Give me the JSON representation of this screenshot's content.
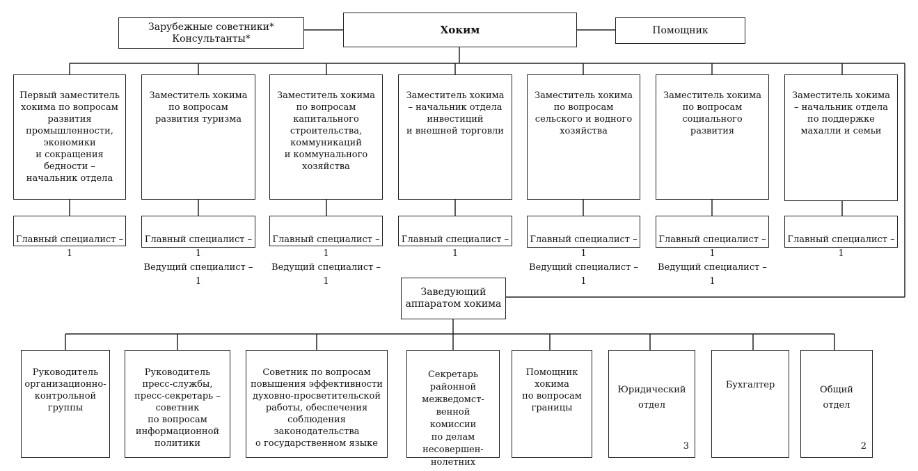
{
  "top": {
    "head": "Хоким",
    "advisors": "Зарубежные советники*\nКонсультанты*",
    "assistant": "Помощник"
  },
  "deputies": [
    {
      "title": "Первый заместитель\nхокима по вопросам\nразвития\nпромышленности,\nэкономики\nи сокращения\nбедности –\nначальник отдела",
      "staff": "Главный специалист – 1"
    },
    {
      "title": "Заместитель хокима\nпо вопросам\nразвития туризма",
      "staff": "Главный специалист – 1\nВедущий специалист – 1"
    },
    {
      "title": "Заместитель хокима\nпо вопросам\nкапитального\nстроительства,\nкоммуникаций\nи коммунального\nхозяйства",
      "staff": "Главный специалист – 1\nВедущий специалист – 1"
    },
    {
      "title": "Заместитель хокима\n– начальник отдела\nинвестиций\nи внешней торговли",
      "staff": "Главный специалист – 1"
    },
    {
      "title": "Заместитель хокима\nпо вопросам\nсельского и водного\nхозяйства",
      "staff": "Главный специалист – 1\nВедущий специалист – 1"
    },
    {
      "title": "Заместитель хокима\nпо вопросам\nсоциального\nразвития",
      "staff": "Главный специалист – 1\nВедущий специалист – 1"
    },
    {
      "title": "Заместитель хокима\n– начальник отдела\nпо поддержке\nмахалли и семьи",
      "staff": "Главный специалист – 1"
    }
  ],
  "apparatus": {
    "head": "Заведующий\nаппаратом хокима",
    "units": [
      {
        "title": "Руководитель\nорганизационно-\nконтрольной\nгруппы",
        "count": ""
      },
      {
        "title": "Руководитель\nпресс-службы,\nпресс-секретарь –\nсоветник\nпо вопросам\nинформационной\nполитики",
        "count": ""
      },
      {
        "title": "Советник по вопросам\nповышения эффективности\nдуховно-просветительской\nработы, обеспечения\nсоблюдения\nзаконодательства\nо государственном языке",
        "count": ""
      },
      {
        "title": "Секретарь\nрайонной\nмежведомст-\nвенной\nкомиссии\nпо делам\nнесовершен-\nнолетних",
        "count": ""
      },
      {
        "title": "Помощник\nхокима\nпо вопросам\nграницы",
        "count": ""
      },
      {
        "title": "Юридический\nотдел",
        "count": "3"
      },
      {
        "title": "Бухгалтер",
        "count": ""
      },
      {
        "title": "Общий\nотдел",
        "count": "2"
      }
    ]
  }
}
